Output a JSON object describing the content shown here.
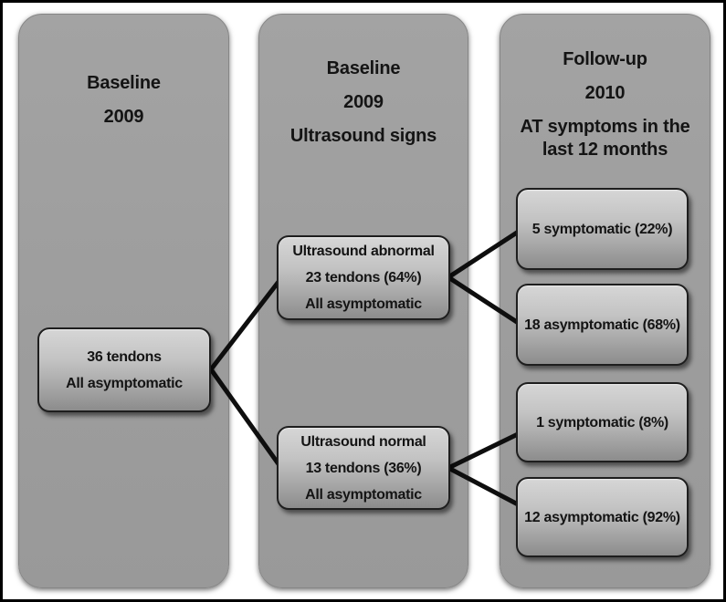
{
  "diagram": {
    "columns": [
      {
        "id": "baseline",
        "header_lines": [
          "Baseline",
          "2009"
        ]
      },
      {
        "id": "ultrasound",
        "header_lines": [
          "Baseline",
          "2009",
          "Ultrasound signs"
        ]
      },
      {
        "id": "followup",
        "header_lines": [
          "Follow-up",
          "2010",
          "AT symptoms in the last 12 months"
        ]
      }
    ],
    "nodes": [
      {
        "id": "root",
        "lines": [
          "36 tendons",
          "All asymptomatic"
        ]
      },
      {
        "id": "abnormal",
        "lines": [
          "Ultrasound abnormal",
          "23 tendons (64%)",
          "All asymptomatic"
        ]
      },
      {
        "id": "normal",
        "lines": [
          "Ultrasound normal",
          "13 tendons (36%)",
          "All asymptomatic"
        ]
      },
      {
        "id": "abnormal-symptomatic",
        "lines": [
          "5 symptomatic (22%)"
        ]
      },
      {
        "id": "abnormal-asymptomatic",
        "lines": [
          "18 asymptomatic (68%)"
        ]
      },
      {
        "id": "normal-symptomatic",
        "lines": [
          "1 symptomatic (8%)"
        ]
      },
      {
        "id": "normal-asymptomatic",
        "lines": [
          "12 asymptomatic (92%)"
        ]
      }
    ],
    "edges": [
      [
        "root",
        "abnormal"
      ],
      [
        "root",
        "normal"
      ],
      [
        "abnormal",
        "abnormal-symptomatic"
      ],
      [
        "abnormal",
        "abnormal-asymptomatic"
      ],
      [
        "normal",
        "normal-symptomatic"
      ],
      [
        "normal",
        "normal-asymptomatic"
      ]
    ],
    "colors": {
      "column_fill": "#9e9e9e",
      "box_border": "#1e1e1e",
      "connector": "#0e0e0e",
      "background": "#ffffff",
      "text": "#141414"
    }
  }
}
